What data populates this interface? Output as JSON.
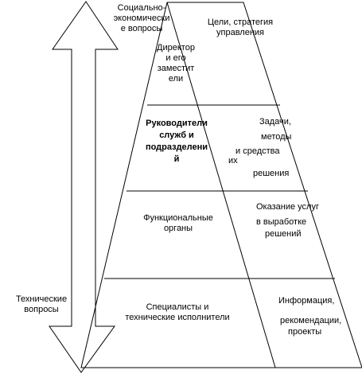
{
  "side_labels": {
    "top": "Социально-\nэкономически\nе вопросы",
    "bottom": "Технические\nвопросы"
  },
  "levels": [
    {
      "left": "Директор\nи его\nзаместит\nели",
      "right": "Цели, стратегия\nуправления"
    },
    {
      "left": "Руководители\nслужб и\nподразделени\nй",
      "right_lines": [
        "Задачи,",
        "методы",
        "и средства",
        "их",
        "решения"
      ]
    },
    {
      "left": "Функциональные\nорганы",
      "right_lines": [
        "Оказание услуг",
        "в выработке",
        "решений"
      ]
    },
    {
      "left": "Специалисты и\nтехнические исполнители",
      "right_lines": [
        "Информация,",
        "рекомендации,",
        "проекты"
      ]
    }
  ]
}
